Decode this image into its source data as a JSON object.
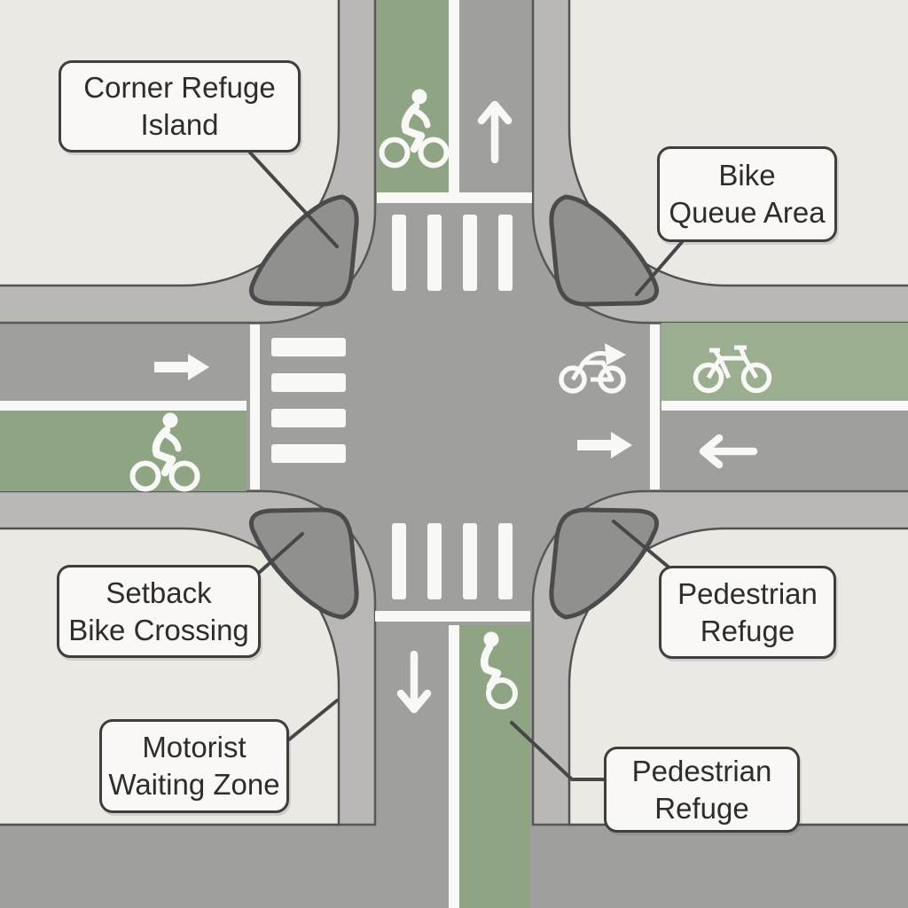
{
  "diagram": {
    "type": "protected-intersection-diagram",
    "labels": [
      {
        "id": "corner-refuge-island",
        "line1": "Corner Refuge",
        "line2": "Island"
      },
      {
        "id": "bike-queue-area",
        "line1": "Bike",
        "line2": "Queue Area"
      },
      {
        "id": "setback-bike-crossing",
        "line1": "Setback",
        "line2": "Bike Crossing"
      },
      {
        "id": "motorist-waiting-zone",
        "line1": "Motorist",
        "line2": "Waiting Zone"
      },
      {
        "id": "pedestrian-refuge-upper",
        "line1": "Pedestrian",
        "line2": "Refuge"
      },
      {
        "id": "pedestrian-refuge-lower",
        "line1": "Pedestrian",
        "line2": "Refuge"
      }
    ],
    "icons": [
      {
        "name": "cyclist-icon",
        "locations": [
          "top-bike-lane",
          "left-bike-lane",
          "bottom-bike-lane"
        ]
      },
      {
        "name": "bicycle-icon",
        "locations": [
          "right-bike-lane"
        ]
      },
      {
        "name": "bike-arrow-icon",
        "locations": [
          "right-road-mixing-zone"
        ]
      },
      {
        "name": "up-arrow-icon",
        "locations": [
          "top-road-car-lane"
        ]
      },
      {
        "name": "down-arrow-icon",
        "locations": [
          "bottom-road-car-lane"
        ]
      },
      {
        "name": "right-arrow-icon",
        "locations": [
          "left-road-car-lane",
          "right-road-mixing-zone"
        ]
      },
      {
        "name": "left-arrow-icon",
        "locations": [
          "right-road-car-lane"
        ]
      }
    ],
    "colors": {
      "sidewalk": "#ebe9e4",
      "curb_band": "#b9b8b5",
      "road": "#9f9f9d",
      "island": "#90908e",
      "bike_lane_green": "#8fa482",
      "bike_lane_green_right": "#9cae90",
      "marking_white": "#f8f8f7",
      "outline": "#4b4b4b",
      "label_background": "#f9f8f5",
      "label_border": "#3e3e3e",
      "label_text": "#2d2d2d"
    }
  }
}
